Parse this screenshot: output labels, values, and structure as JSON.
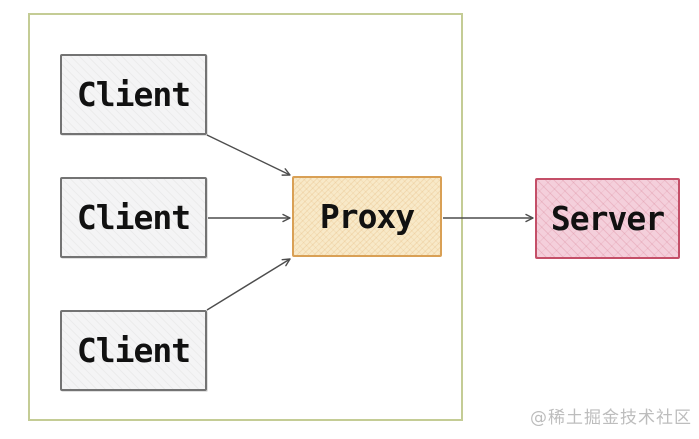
{
  "diagram": {
    "nodes": {
      "client1": {
        "label": "Client",
        "type": "client"
      },
      "client2": {
        "label": "Client",
        "type": "client"
      },
      "client3": {
        "label": "Client",
        "type": "client"
      },
      "proxy": {
        "label": "Proxy",
        "type": "proxy"
      },
      "server": {
        "label": "Server",
        "type": "server"
      }
    },
    "edges": [
      {
        "from": "client1",
        "to": "proxy"
      },
      {
        "from": "client2",
        "to": "proxy"
      },
      {
        "from": "client3",
        "to": "proxy"
      },
      {
        "from": "proxy",
        "to": "server"
      }
    ],
    "colors": {
      "boundary_border": "#c4cc95",
      "client_fill": "#f4f4f5",
      "client_border": "#737373",
      "proxy_fill": "#f8e9c8",
      "proxy_border": "#d9a055",
      "server_fill": "#f4cfdb",
      "server_border": "#c44f68",
      "edge": "#4d4d4d",
      "text": "#111111",
      "watermark": "#bdbdbd"
    }
  },
  "watermark": {
    "text": "@稀土掘金技术社区"
  }
}
